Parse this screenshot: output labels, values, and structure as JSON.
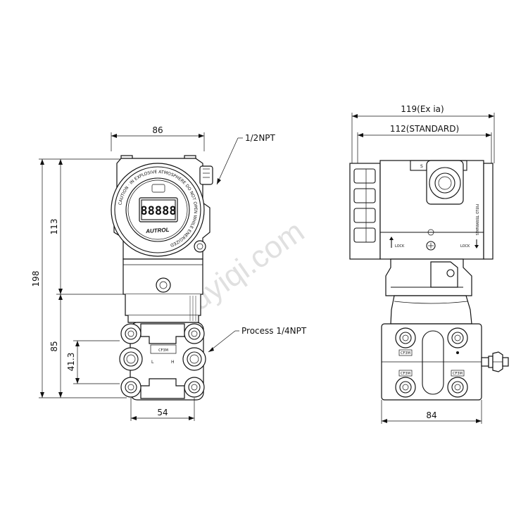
{
  "front_view": {
    "dimensions": {
      "width_top": "86",
      "total_height": "198",
      "upper_height": "113",
      "lower_height": "85",
      "port_offset": "41.3",
      "flange_width": "54"
    },
    "callouts": {
      "conduit": "1/2NPT",
      "process": "Process 1/4NPT"
    },
    "lcd_reading": "88888",
    "brand": "AUTROL",
    "ring_text": "CAUTION · IN EXPLOSIVE ATMOSPHERE DO NOT OPEN WHILE ENERGIZED",
    "material_tag": "CF3M",
    "port_marks": {
      "low": "L",
      "high": "H"
    }
  },
  "side_view": {
    "dimensions": {
      "width_ex": "119(Ex ia)",
      "width_standard": "112(STANDARD)",
      "flange_width": "84"
    },
    "labels": {
      "s_mark": "S",
      "lock_left": "LOCK",
      "lock_right": "LOCK",
      "field_terminals": "FIELD TERMINALS"
    },
    "flange_tags": [
      "CF3M",
      "CF3M",
      "CF3M"
    ]
  },
  "watermark": "luyiqi.com"
}
